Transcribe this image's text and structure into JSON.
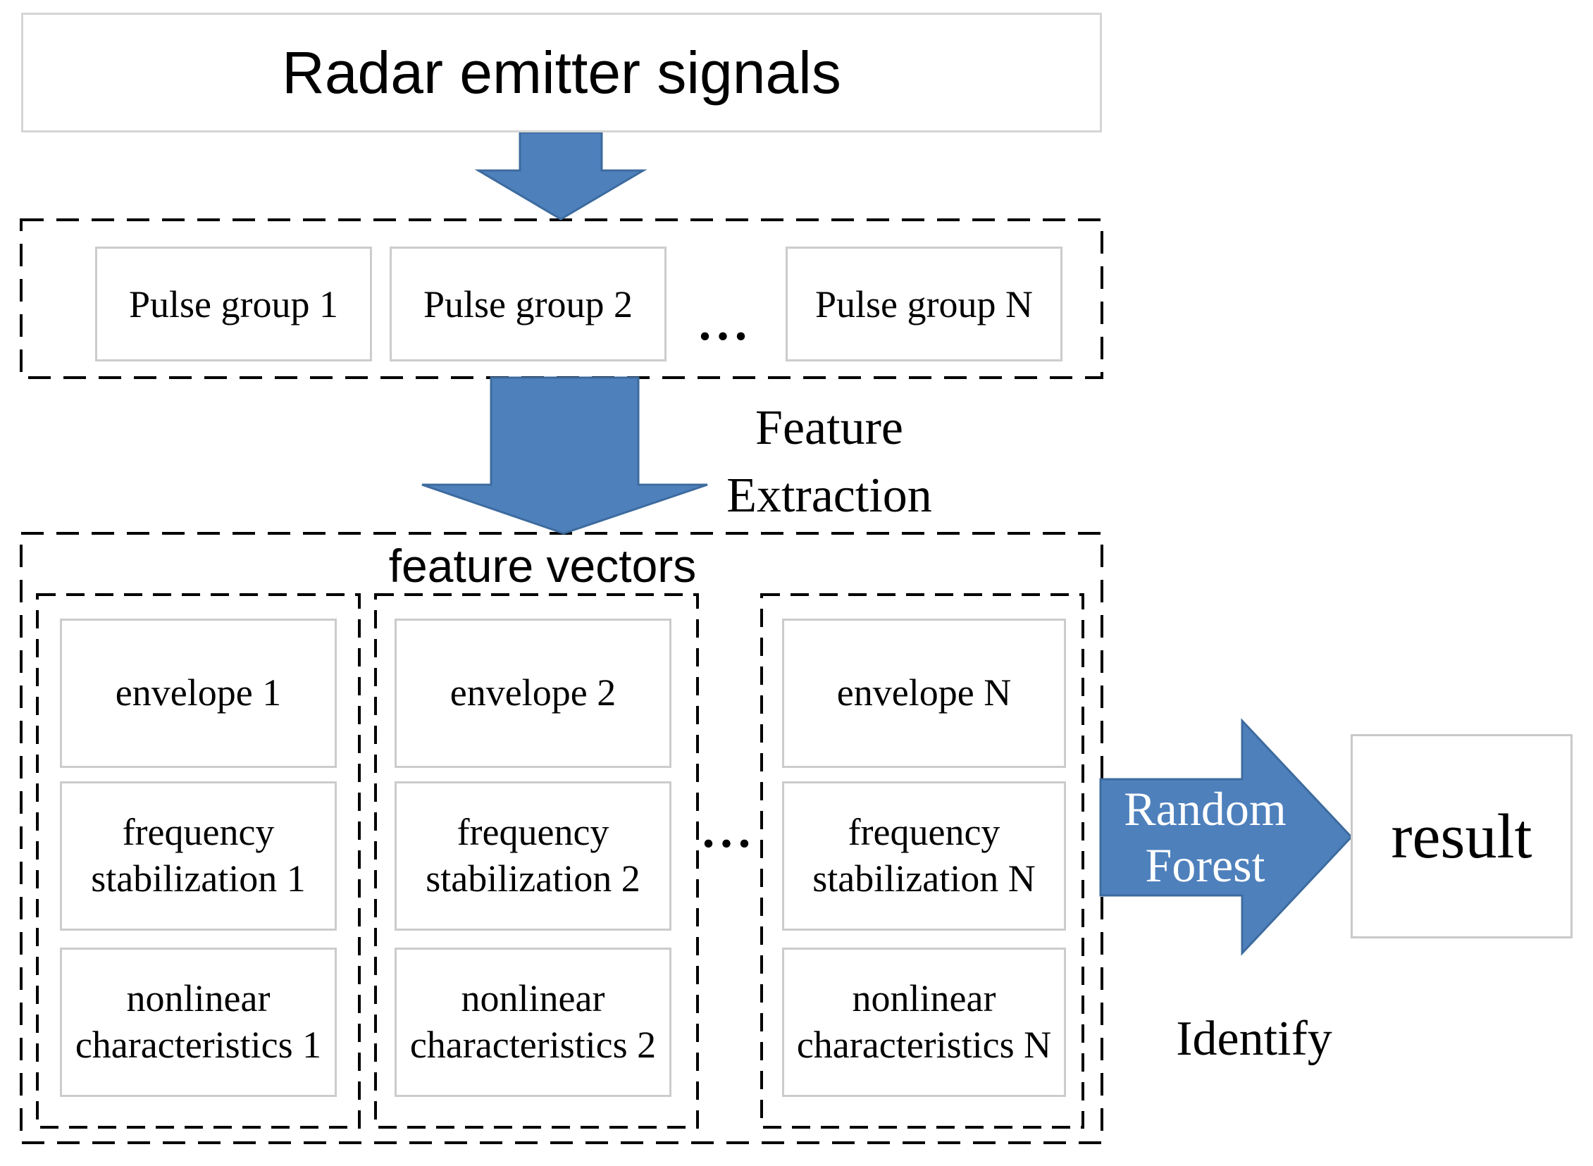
{
  "colors": {
    "arrow_fill": "#4E80BC",
    "arrow_stroke": "#3D6B9E",
    "box_border": "#CCCCCC",
    "dash_color": "#000000"
  },
  "header": {
    "title": "Radar emitter signals"
  },
  "pulse_groups": {
    "items": [
      {
        "label": "Pulse group 1"
      },
      {
        "label": "Pulse group 2"
      },
      {
        "label": "Pulse group N"
      }
    ],
    "ellipsis": "..."
  },
  "feature_section": {
    "title": "feature vectors",
    "ellipsis": "...",
    "columns": [
      {
        "boxes": [
          "envelope 1",
          "frequency stabilization 1",
          "nonlinear characteristics 1"
        ]
      },
      {
        "boxes": [
          "envelope 2",
          "frequency stabilization 2",
          "nonlinear characteristics 2"
        ]
      },
      {
        "boxes": [
          "envelope N",
          "frequency stabilization N",
          "nonlinear characteristics N"
        ]
      }
    ]
  },
  "labels": {
    "feature_extraction_line1": "Feature",
    "feature_extraction_line2": "Extraction",
    "random_forest_line1": "Random",
    "random_forest_line2": "Forest",
    "identify": "Identify",
    "result": "result"
  }
}
